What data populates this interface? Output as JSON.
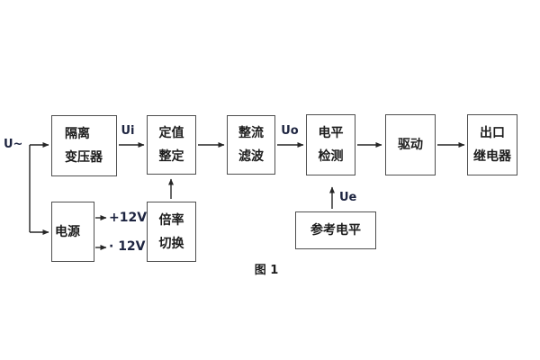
{
  "figure": {
    "caption": "图 1"
  },
  "blocks": [
    {
      "name": "isolation-transformer",
      "lines": [
        "隔离",
        "变压器"
      ]
    },
    {
      "name": "setpoint-setting",
      "lines": [
        "定值",
        "整定"
      ]
    },
    {
      "name": "rectifier-filter",
      "lines": [
        "整流",
        "滤波"
      ]
    },
    {
      "name": "level-detection",
      "lines": [
        "电平",
        "检测"
      ]
    },
    {
      "name": "driver",
      "lines": [
        "驱动"
      ]
    },
    {
      "name": "output-relay",
      "lines": [
        "出口",
        "继电器"
      ]
    },
    {
      "name": "power-supply",
      "lines": [
        "电源"
      ]
    },
    {
      "name": "ratio-switch",
      "lines": [
        "倍率",
        "切换"
      ]
    },
    {
      "name": "reference-level",
      "lines": [
        "参考电平"
      ]
    }
  ],
  "labels": {
    "ac_input": "U~",
    "ui": "Ui",
    "uo": "Uo",
    "ue": "Ue",
    "rail_positive": "+12V",
    "rail_negative": "· 12V"
  },
  "colors": {
    "background": "#ffffff",
    "box_border": "#4f4f4f",
    "connector": "#262626",
    "box_text": "#1c1c1c",
    "label_text": "#1d2440"
  }
}
